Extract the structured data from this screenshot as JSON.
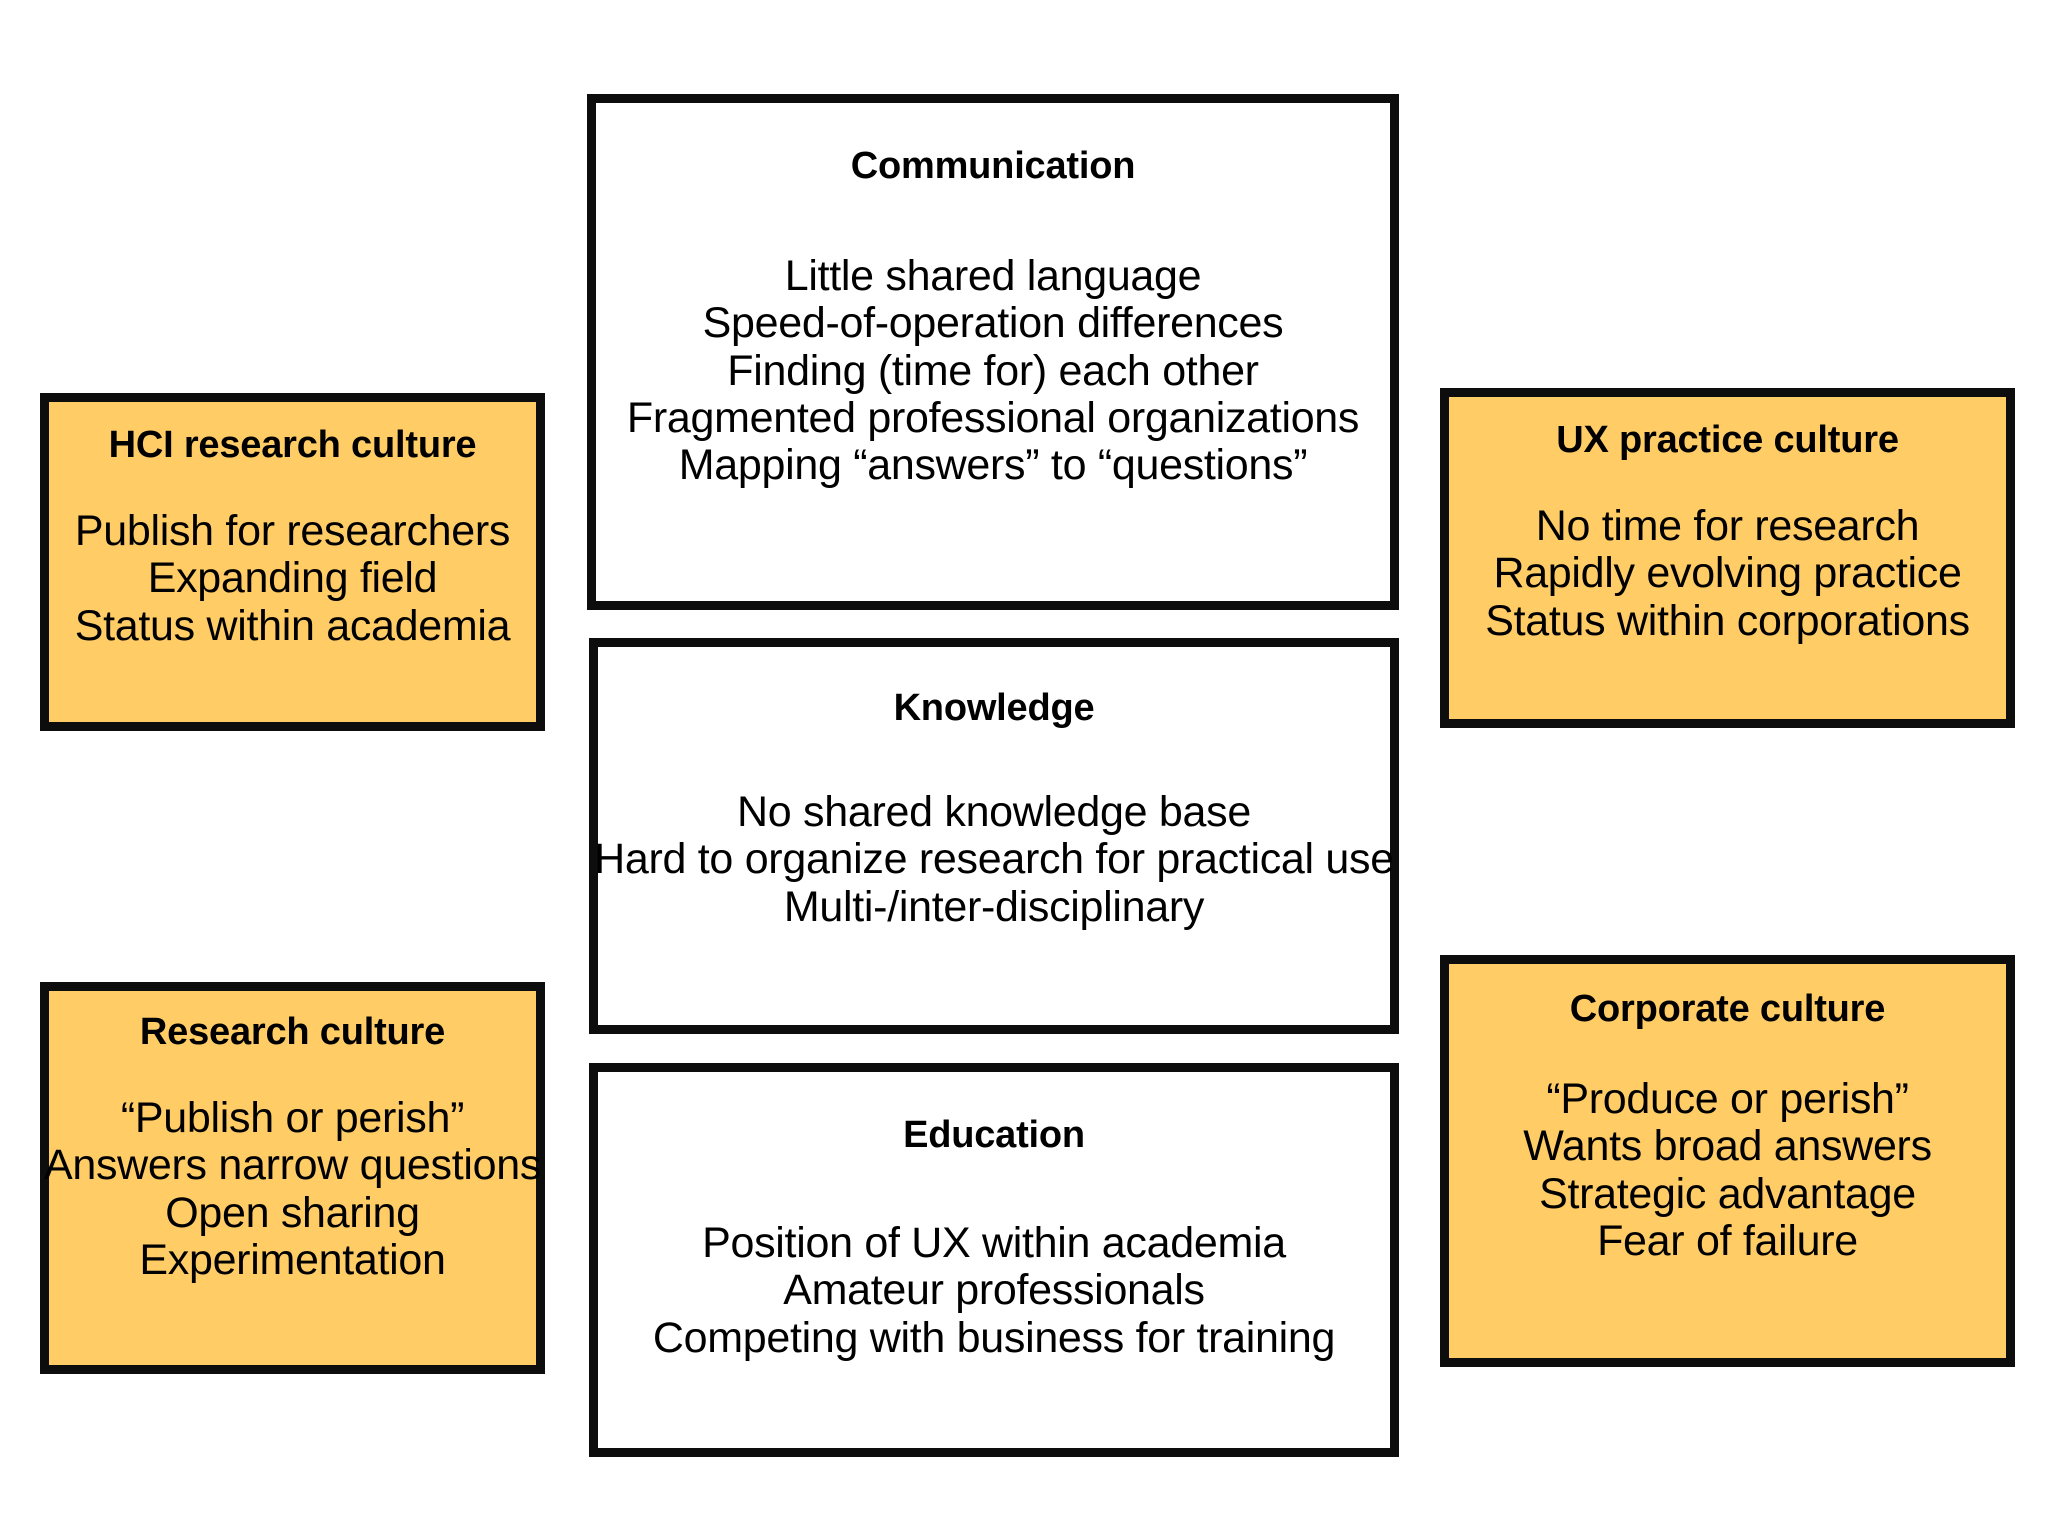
{
  "diagram": {
    "background_color": "#FFFFFF",
    "accent_color": "#FFCC66",
    "border_color": "#0D0D0D",
    "boxes": [
      {
        "id": "communication",
        "title": "Communication",
        "fill": "white",
        "lines": [
          "Little shared language",
          "Speed-of-operation differences",
          "Finding (time for) each other",
          "Fragmented professional organizations",
          "Mapping “answers” to “questions”"
        ]
      },
      {
        "id": "knowledge",
        "title": "Knowledge",
        "fill": "white",
        "lines": [
          "No shared knowledge base",
          "Hard to organize research for practical use",
          "Multi-/inter-disciplinary"
        ]
      },
      {
        "id": "education",
        "title": "Education",
        "fill": "white",
        "lines": [
          "Position of UX within academia",
          "Amateur professionals",
          "Competing with business for training"
        ]
      },
      {
        "id": "hci-research-culture",
        "title": "HCI research culture",
        "fill": "orange",
        "lines": [
          "Publish for researchers",
          "Expanding field",
          "Status within academia"
        ]
      },
      {
        "id": "ux-practice-culture",
        "title": "UX practice culture",
        "fill": "orange",
        "lines": [
          "No time for research",
          "Rapidly evolving practice",
          "Status within corporations"
        ]
      },
      {
        "id": "research-culture",
        "title": "Research culture",
        "fill": "orange",
        "lines": [
          "“Publish or perish”",
          "Answers narrow questions",
          "Open sharing",
          "Experimentation"
        ]
      },
      {
        "id": "corporate-culture",
        "title": "Corporate culture",
        "fill": "orange",
        "lines": [
          "“Produce or perish”",
          "Wants broad answers",
          "Strategic advantage",
          "Fear of failure"
        ]
      }
    ]
  }
}
